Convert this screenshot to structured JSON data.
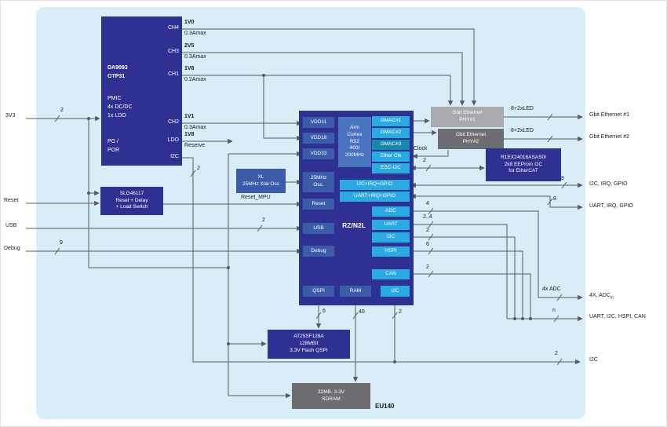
{
  "ports_left": {
    "p3v3": "3V3",
    "p3v3_bus": "2",
    "reset": "Reset",
    "usb": "USB",
    "usb_bus": "2",
    "debug": "Debug",
    "debug_bus": "9"
  },
  "pmic": {
    "name1": "DA9083",
    "name2": "OTP31",
    "desc1": "PMIC",
    "desc2": "4x DC/DC",
    "desc3": "1x LDO",
    "pg": "PG /",
    "por": "POR",
    "pin_ch4": "CH4",
    "pin_ch3": "CH3",
    "pin_ch1": "CH1",
    "pin_ch2": "CH2",
    "pin_ldo": "LDO",
    "pin_i2c": "I2C",
    "i2c_bus": "2"
  },
  "rails": {
    "v1": "1V0",
    "a1": "0.3Amax",
    "v2": "2V5",
    "a2": "0.3Amax",
    "v3": "1V8",
    "a3": "0.2Amax",
    "v4": "1V1",
    "a4": "0.3Amax",
    "v5": "1V8",
    "a5": "Reserve"
  },
  "slg": {
    "name": "SLG46117",
    "fn1": "Reset + Delay",
    "fn2": "+ Load Switch",
    "out": "Reset_MPU"
  },
  "xtal": {
    "name": "XL",
    "desc": "25MHz Xtal Osc"
  },
  "mcu": {
    "name": "RZ/N2L",
    "vdd11": "VDD11",
    "vdd18": "VDD18",
    "vdd33": "VDD33",
    "osc1": "25MHz",
    "osc2": "Osc.",
    "reset": "Reset",
    "usb": "USB",
    "debug": "Debug",
    "qspi": "QSPI",
    "ram": "RAM",
    "i2c_bottom": "I2C",
    "core1": "Arm",
    "core2": "Cortex",
    "core3": "R52",
    "core4": "400/",
    "core5": "200MHz",
    "gmac1": "GMAC#1",
    "gmac2": "GMAC#2",
    "gmac3": "GMAC#3",
    "ether_clk": "Ether Clk",
    "esc_i2c": "ESC-I2C",
    "i2c_irq_gpio": "I2C+IRQ+GPIO",
    "uart_irq_gpio": "UART+IRQ+GPIO",
    "adc": "ADC",
    "uart": "UART",
    "i2c": "I2C",
    "hspi": "HSPI",
    "can": "CAN"
  },
  "phy1": {
    "l1": "Gbit Ethernet",
    "l2": "PHY#1"
  },
  "phy2": {
    "l1": "Gbit Ethernet",
    "l2": "PHY#2"
  },
  "eeprom": {
    "l1": "R1EX24016ASAS0I",
    "l2": "2k8 EEProm I2C",
    "l3": "for EtherCAT"
  },
  "flash": {
    "l1": "AT25SF128A",
    "l2": "128MBit",
    "l3": "3.3V Flash QSPI"
  },
  "sdram": {
    "l1": "32MB, 3.3V",
    "l2": "SDRAM"
  },
  "board": {
    "label": "EU140"
  },
  "wires": {
    "clock": "Clock",
    "esc_bus": "2",
    "phy1_bus": "8+2xLED",
    "phy2_bus": "8+2xLED",
    "i2c_irq_bus": "8",
    "uart_irq_bus": "8",
    "adc_bus": "4",
    "adc_group": "4x ADC",
    "uart_bus": "2..4",
    "i2c_bus": "2",
    "hspi_bus": "6",
    "can_bus": "2",
    "qspi_bus": "6",
    "ram_bus": "40",
    "i2c_bottom_bus": "2",
    "mix_bus": "n",
    "i2c_right_bus": "2"
  },
  "ports_right": {
    "eth1": "Gbit Ethernet #1",
    "eth2": "Gbit Ethernet #2",
    "i2c_irq": "I2C, IRQ, GPIO",
    "uart_irq": "UART, IRQ, GPIO",
    "adc": "4X, ADC",
    "adc_sub": "in",
    "mix": "UART, I2C, HSPI, CAN",
    "i2c": "I2C"
  }
}
